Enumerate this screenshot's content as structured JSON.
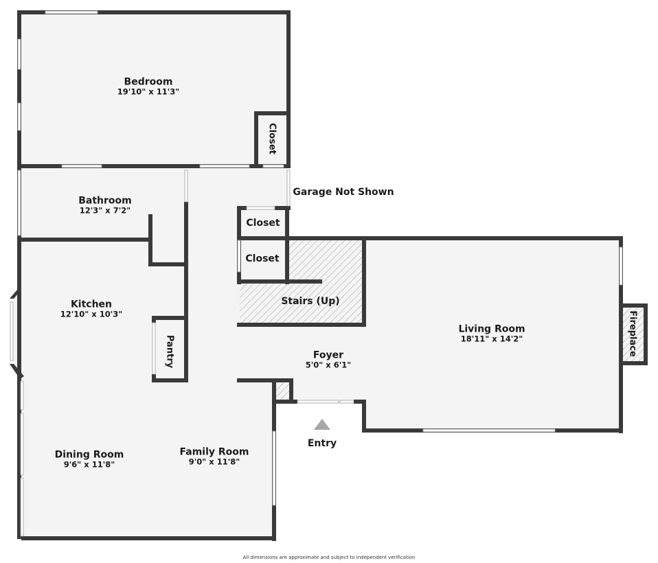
{
  "floorplan": {
    "colors": {
      "wall": "#3a3a3a",
      "floor": "#f4f4f4",
      "window": "#ffffff",
      "hatch": "#aaaaaa",
      "entry_arrow": "#a6a6a6",
      "text": "#1a1a1a"
    },
    "rooms": [
      {
        "name": "Bedroom",
        "dimensions": "19'10\" x 11'3\""
      },
      {
        "name": "Bathroom",
        "dimensions": "12'3\" x 7'2\""
      },
      {
        "name": "Kitchen",
        "dimensions": "12'10\" x 10'3\""
      },
      {
        "name": "Dining Room",
        "dimensions": "9'6\" x 11'8\""
      },
      {
        "name": "Family Room",
        "dimensions": "9'0\" x 11'8\""
      },
      {
        "name": "Foyer",
        "dimensions": "5'0\" x 6'1\""
      },
      {
        "name": "Living Room",
        "dimensions": "18'11\" x 14'2\""
      }
    ],
    "small_labels": {
      "bedroom_closet": "Closet",
      "closet_upper": "Closet",
      "closet_lower": "Closet",
      "stairs": "Stairs (Up)",
      "pantry": "Pantry",
      "fireplace": "Fireplace",
      "entry": "Entry",
      "garage_note": "Garage Not Shown"
    },
    "footer_note": "All dimensions are approximate and subject to independent verification"
  }
}
